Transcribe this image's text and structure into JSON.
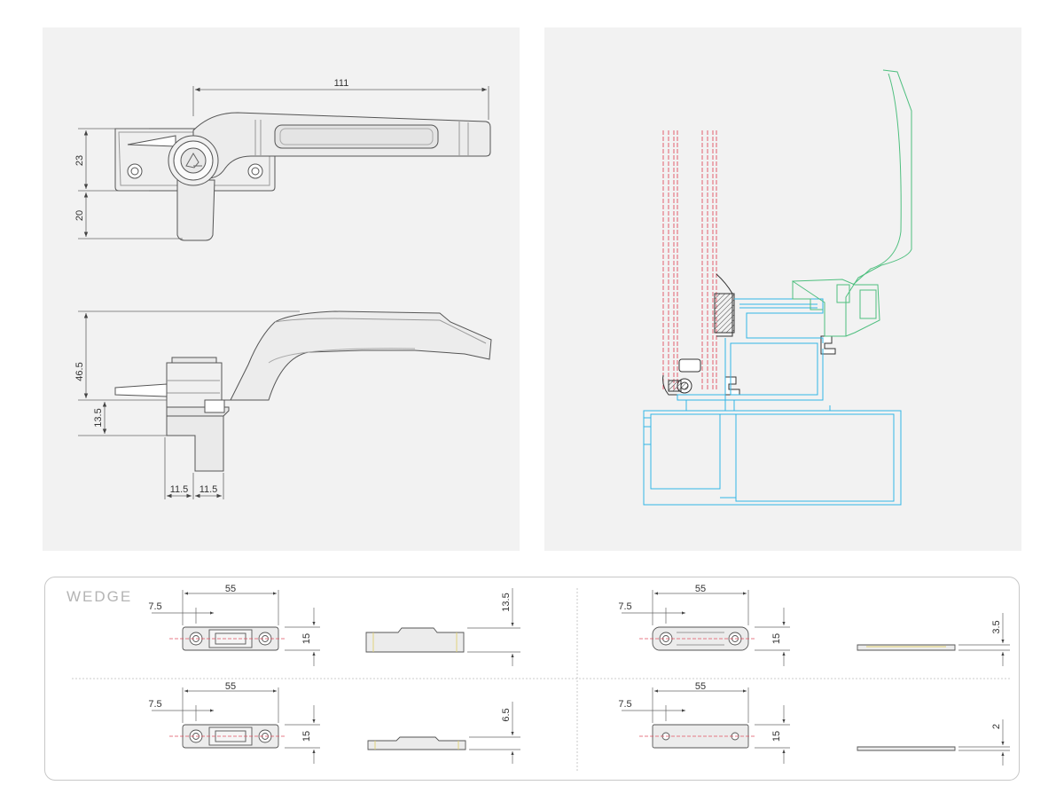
{
  "handle_drawing": {
    "top_view": {
      "width_dim": "111",
      "plate_dim": "23",
      "lever_dim": "20"
    },
    "side_view": {
      "height_dim": "46.5",
      "base_dim": "13.5",
      "left_dim": "11.5",
      "right_dim": "11.5"
    }
  },
  "wedge": {
    "title": "WEDGE",
    "items": [
      {
        "length": "55",
        "offset": "7.5",
        "width": "15",
        "thickness": "13.5"
      },
      {
        "length": "55",
        "offset": "7.5",
        "width": "15",
        "thickness": "3.5"
      },
      {
        "length": "55",
        "offset": "7.5",
        "width": "15",
        "thickness": "6.5"
      },
      {
        "length": "55",
        "offset": "7.5",
        "width": "15",
        "thickness": "2"
      }
    ]
  },
  "colors": {
    "panel": "#f2f2f2",
    "line": "#555555",
    "glass": "#e05060",
    "frame": "#33b5e5",
    "sash": "#4fbf7f",
    "border": "#c8c8c8"
  }
}
